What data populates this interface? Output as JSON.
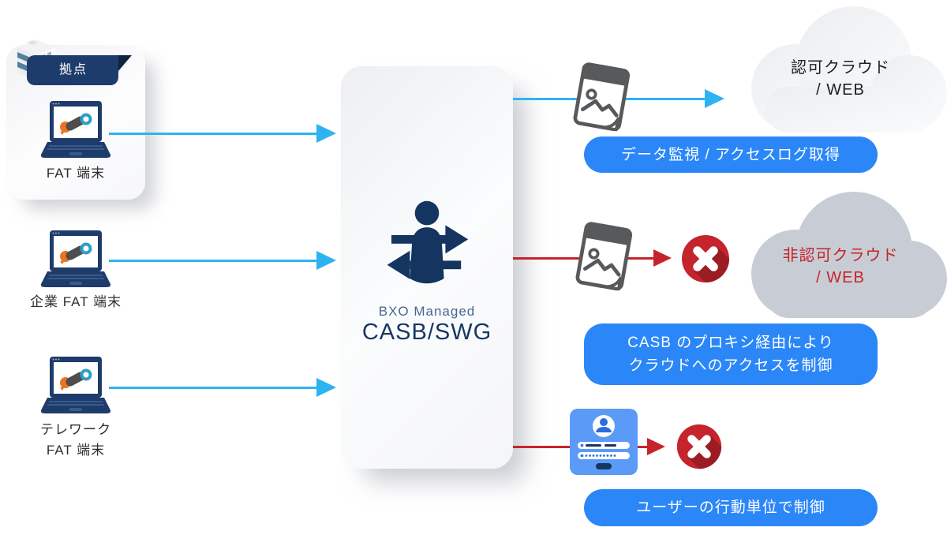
{
  "diagram_title": "BXO Managed CASB/SWG traffic control diagram",
  "palette": {
    "light_blue_arrow": "#2eb3f2",
    "badge_blue": "#2b87f7",
    "navy": "#17365f",
    "ribbon_navy": "#1e3c6b",
    "red": "#c5242c",
    "gray_cloud": "#c8cdd5",
    "login_card_blue": "#5b9bf7"
  },
  "icons": {
    "building": "isometric-office-building",
    "laptop": "laptop-with-app-logo",
    "user_redirect": "person-with-left-right-arrows",
    "image_file": "tilted-image-document",
    "blocked": "red-circle-with-white-x",
    "login_form": "blue-login-card-with-user-and-password"
  },
  "left": {
    "site_label": "拠点",
    "devices": [
      {
        "label_lines": [
          "FAT 端末"
        ]
      },
      {
        "label_lines": [
          "企業 FAT 端末"
        ]
      },
      {
        "label_lines": [
          "テレワーク",
          "FAT 端末"
        ]
      }
    ]
  },
  "center": {
    "subtitle": "BXO Managed",
    "title": "CASB/SWG"
  },
  "right": {
    "rows": [
      {
        "cloud_lines": [
          "認可クラウド",
          "/ WEB"
        ],
        "badge_lines": [
          "データ監視 / アクセスログ取得"
        ],
        "blocked": false
      },
      {
        "cloud_lines": [
          "非認可クラウド",
          "/ WEB"
        ],
        "badge_lines": [
          "CASB のプロキシ経由により",
          "クラウドへのアクセスを制御"
        ],
        "blocked": true
      },
      {
        "cloud_lines": [],
        "badge_lines": [
          "ユーザーの行動単位で制御"
        ],
        "blocked": true
      }
    ]
  }
}
